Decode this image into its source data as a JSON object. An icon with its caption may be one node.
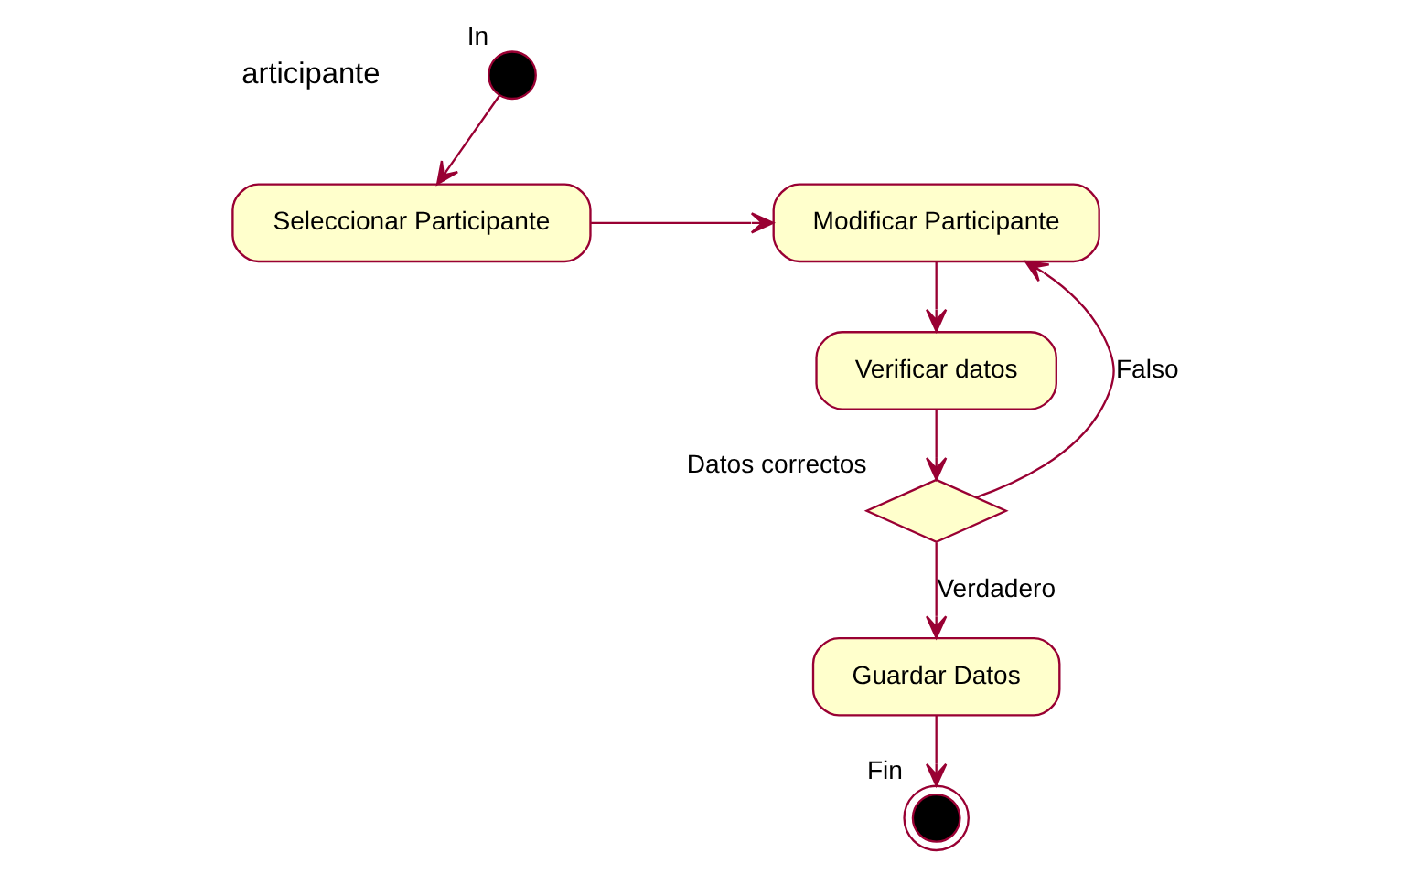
{
  "diagram": {
    "nodes": [
      {
        "text": [],
        "shape": "circle",
        "beside": [
          "In"
        ]
      },
      {
        "text": [
          "Seleccionar Participante"
        ]
      },
      {
        "text": [
          "Modificar Participante"
        ]
      },
      {
        "text": [
          "Verificar datos"
        ]
      },
      {
        "text": [],
        "shape": "diamond",
        "beside": [
          "Datos correctos"
        ]
      },
      {
        "text": [
          "Guardar Datos"
        ]
      },
      {
        "text": [],
        "shape": "bullseye",
        "beside": [
          "Fin"
        ]
      }
    ],
    "edges": [
      {
        "from": 0,
        "to": 1,
        "arrow": "to"
      },
      {
        "from": 1,
        "to": 2,
        "arrow": "to"
      },
      {
        "from": 2,
        "to": 3,
        "arrow": "to"
      },
      {
        "from": 3,
        "to": 4,
        "arrow": "to"
      },
      {
        "from": 4,
        "to": 2,
        "arrow": "to",
        "label": "Falso"
      },
      {
        "from": 4,
        "to": 5,
        "arrow": "to",
        "label": "Verdadero"
      },
      {
        "from": 5,
        "to": 6,
        "arrow": "to"
      }
    ],
    "labels": [
      "articipante"
    ]
  }
}
